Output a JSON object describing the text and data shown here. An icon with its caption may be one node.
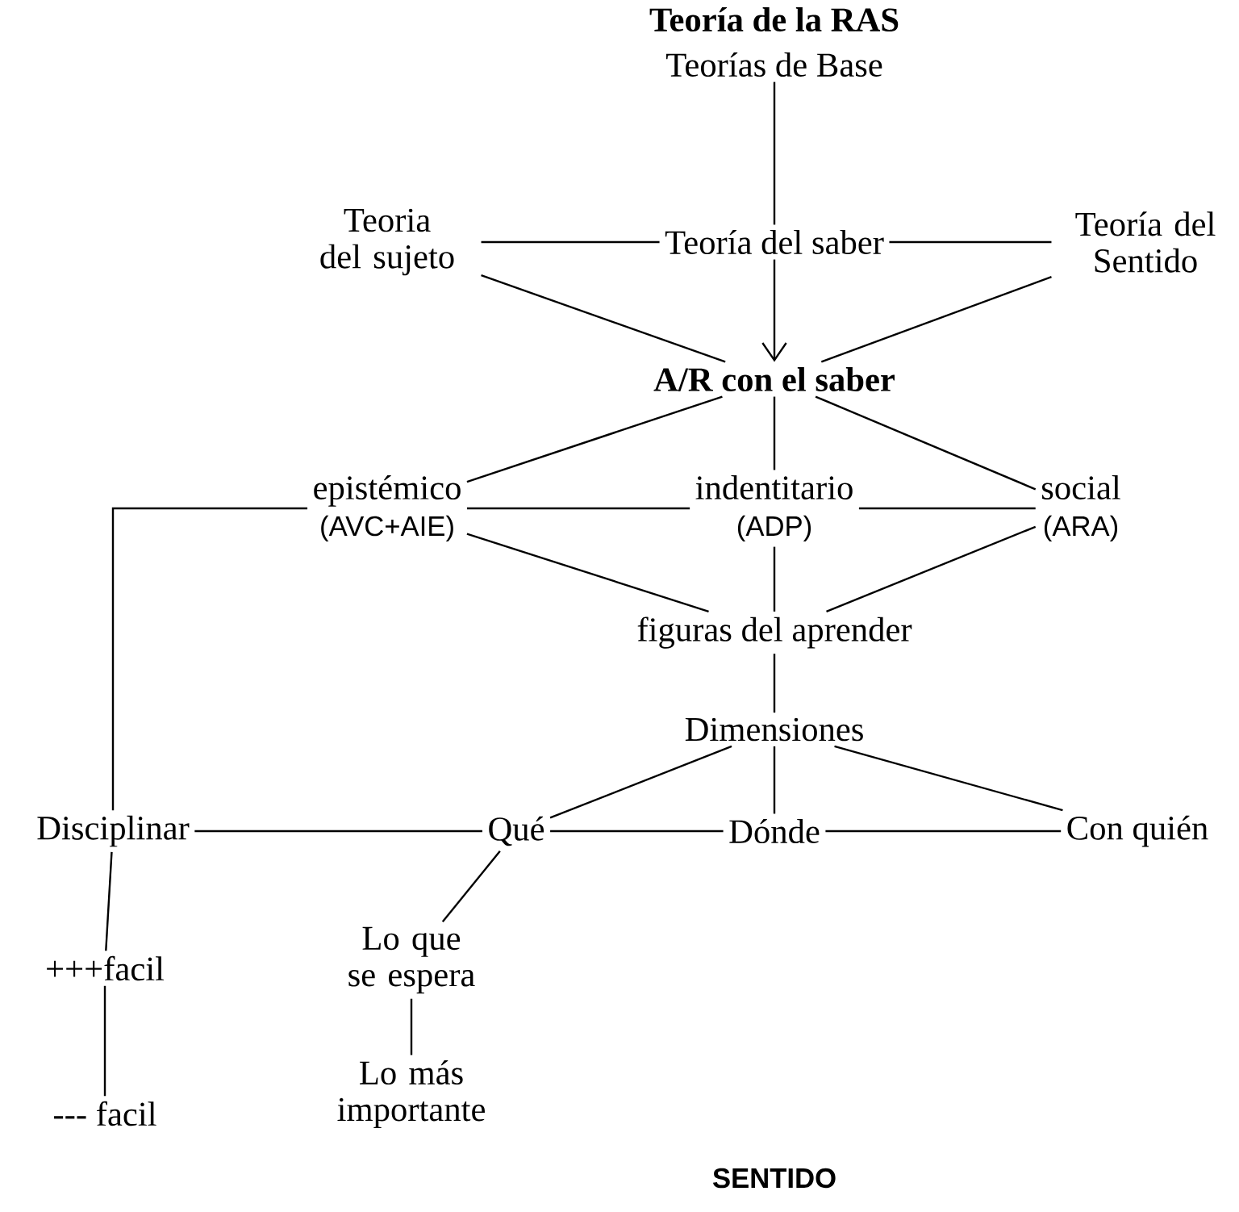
{
  "diagram": {
    "title": "Teoría de la RAS",
    "nodes": [
      {
        "text": [
          "Teorías de Base"
        ]
      },
      {
        "text": [
          "Teoria del sujeto"
        ]
      },
      {
        "text": [
          "Teoría del saber"
        ]
      },
      {
        "text": [
          "Teoría del Sentido"
        ]
      },
      {
        "text": [
          "**A/R con el saber**"
        ]
      },
      {
        "text": [
          "epistémico",
          "(AVC+AIE)"
        ]
      },
      {
        "text": [
          "indentitario",
          "(ADP)"
        ]
      },
      {
        "text": [
          "social",
          "(ARA)"
        ]
      },
      {
        "text": [
          "figuras del aprender"
        ]
      },
      {
        "text": [
          "Dimensiones"
        ]
      },
      {
        "text": [
          "Disciplinar"
        ]
      },
      {
        "text": [
          "Qué"
        ]
      },
      {
        "text": [
          "Dónde"
        ]
      },
      {
        "text": [
          "Con quién"
        ]
      },
      {
        "text": [
          "Lo que se espera"
        ]
      },
      {
        "text": [
          "Lo más importante"
        ]
      },
      {
        "text": [
          "+++facil"
        ]
      },
      {
        "text": [
          "--- facil"
        ]
      }
    ],
    "edges": [
      {
        "from": 0,
        "to": 2,
        "arrow": "none"
      },
      {
        "from": 1,
        "to": 2,
        "arrow": "none"
      },
      {
        "from": 2,
        "to": 3,
        "arrow": "none"
      },
      {
        "from": 2,
        "to": 4,
        "arrow": "to"
      },
      {
        "from": 1,
        "to": 4,
        "arrow": "none"
      },
      {
        "from": 3,
        "to": 4,
        "arrow": "none"
      },
      {
        "from": 4,
        "to": 5,
        "arrow": "none"
      },
      {
        "from": 4,
        "to": 6,
        "arrow": "none"
      },
      {
        "from": 4,
        "to": 7,
        "arrow": "none"
      },
      {
        "from": 5,
        "to": 6,
        "arrow": "none"
      },
      {
        "from": 6,
        "to": 7,
        "arrow": "none"
      },
      {
        "from": 5,
        "to": 10,
        "arrow": "none"
      },
      {
        "from": 5,
        "to": 8,
        "arrow": "none"
      },
      {
        "from": 6,
        "to": 8,
        "arrow": "none"
      },
      {
        "from": 7,
        "to": 8,
        "arrow": "none"
      },
      {
        "from": 8,
        "to": 9,
        "arrow": "none"
      },
      {
        "from": 9,
        "to": 11,
        "arrow": "none"
      },
      {
        "from": 9,
        "to": 12,
        "arrow": "none"
      },
      {
        "from": 9,
        "to": 13,
        "arrow": "none"
      },
      {
        "from": 10,
        "to": 11,
        "arrow": "none"
      },
      {
        "from": 11,
        "to": 12,
        "arrow": "none"
      },
      {
        "from": 12,
        "to": 13,
        "arrow": "none"
      },
      {
        "from": 11,
        "to": 14,
        "arrow": "none"
      },
      {
        "from": 14,
        "to": 15,
        "arrow": "none"
      },
      {
        "from": 10,
        "to": 16,
        "arrow": "none"
      },
      {
        "from": 16,
        "to": 17,
        "arrow": "none"
      }
    ],
    "labels": [
      "SENTIDO"
    ]
  }
}
